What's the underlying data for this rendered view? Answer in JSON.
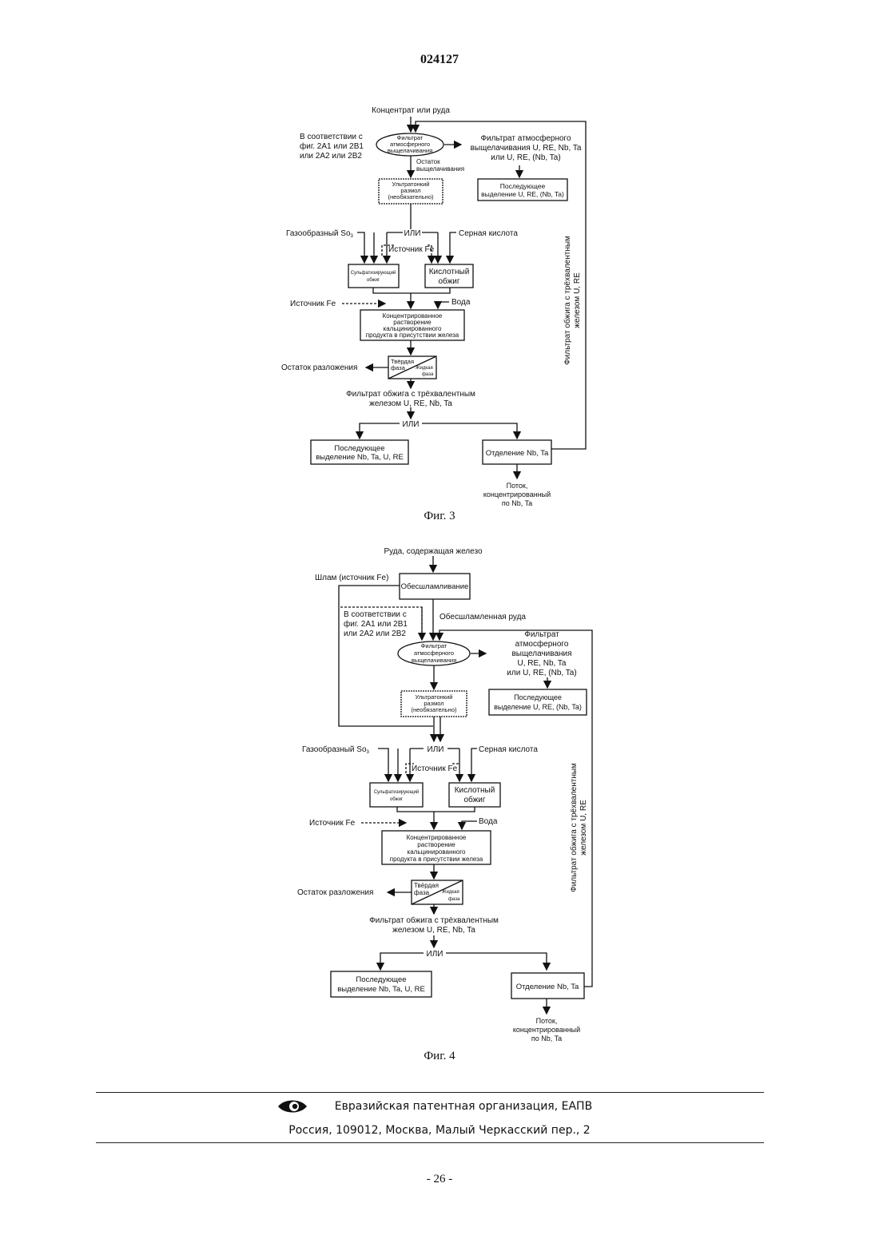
{
  "header": {
    "doc_number": "024127"
  },
  "fig3": {
    "caption": "Фиг. 3",
    "concentrate": "Концентрат или руда",
    "according_1": "В соответствии с",
    "according_2": "фиг. 2A1 или 2B1",
    "according_3": "или 2A2 или 2B2",
    "leach_1": "Фильтрат",
    "leach_2": "атмосферного",
    "leach_3": "выщелачивания",
    "filtrate_1": "Фильтрат атмосферного",
    "filtrate_2": "выщелачивания U, RE, Nb, Ta",
    "filtrate_3": "или U, RE, (Nb, Ta)",
    "residue_1": "Остаток",
    "residue_2": "выщелачивания",
    "mill_1": "Ультратонкий",
    "mill_2": "размол",
    "mill_3": "(необязательно)",
    "subsequent_top_1": "Последующее",
    "subsequent_top_2": "выделение U, RE, (Nb, Ta)",
    "so3": "Газообразный So",
    "so3_sub": "3",
    "or_1": "ИЛИ",
    "sulfuric": "Серная кислота",
    "fe_source": "Источник Fe",
    "sulfating_1": "Сульфатизирующий",
    "sulfating_2": "обжиг",
    "acid_1": "Кислотный",
    "acid_2": "обжиг",
    "fe_source_2": "Источник Fe",
    "water": "Вода",
    "conc_1": "Концентрированное",
    "conc_2": "растворение",
    "conc_3": "кальцинированного",
    "conc_4": "продукта в присутствии железа",
    "decomp": "Остаток разложения",
    "solid_1": "Твёрдая",
    "solid_2": "фаза",
    "liquid_1": "Жидкая",
    "liquid_2": "фаза",
    "roast_filtrate_1": "Фильтрат обжига с трёхвалентным",
    "roast_filtrate_2": "железом U, RE, Nb, Ta",
    "or_2": "ИЛИ",
    "subsequent_bot_1": "Последующее",
    "subsequent_bot_2": "выделение Nb, Ta, U, RE",
    "separation": "Отделение Nb, Ta",
    "stream_1": "Поток,",
    "stream_2": "концентрированный",
    "stream_3": "по Nb, Ta",
    "vertical_1": "Фильтрат обжига с трёхвалентным",
    "vertical_2": "железом U, RE"
  },
  "fig4": {
    "caption": "Фиг. 4",
    "ore": "Руда, содержащая железо",
    "slime": "Шлам (источник Fe)",
    "desliming": "Обесшламливание",
    "according_1": "В соответствии с",
    "according_2": "фиг. 2A1 или 2B1",
    "according_3": "или 2A2 или 2B2",
    "deslimed": "Обесшламленная руда",
    "leach_1": "Фильтрат",
    "leach_2": "атмосферного",
    "leach_3": "выщелачивания",
    "filtrate_1": "Фильтрат",
    "filtrate_2": "атмосферного",
    "filtrate_3": "выщелачивания",
    "filtrate_4": "U, RE, Nb, Ta",
    "filtrate_5": "или U, RE, (Nb, Ta)",
    "mill_1": "Ультратонкий",
    "mill_2": "размол",
    "mill_3": "(необязательно)",
    "subsequent_top_1": "Последующее",
    "subsequent_top_2": "выделение U, RE, (Nb, Ta)",
    "so3": "Газообразный So",
    "so3_sub": "3",
    "or_1": "ИЛИ",
    "sulfuric": "Серная кислота",
    "fe_source": "Источник Fe",
    "sulfating_1": "Сульфатизирующий",
    "sulfating_2": "обжиг",
    "acid_1": "Кислотный",
    "acid_2": "обжиг",
    "fe_source_2": "Источник Fe",
    "water": "Вода",
    "conc_1": "Концентрированное",
    "conc_2": "растворение",
    "conc_3": "кальцинированного",
    "conc_4": "продукта в присутствии железа",
    "decomp": "Остаток разложения",
    "solid_1": "Твёрдая",
    "solid_2": "фаза",
    "liquid_1": "Жидкая",
    "liquid_2": "фаза",
    "roast_filtrate_1": "Фильтрат обжига с трёхвалентным",
    "roast_filtrate_2": "железом U, RE, Nb, Ta",
    "or_2": "ИЛИ",
    "subsequent_bot_1": "Последующее",
    "subsequent_bot_2": "выделение Nb, Ta, U, RE",
    "separation": "Отделение Nb, Ta",
    "stream_1": "Поток,",
    "stream_2": "концентрированный",
    "stream_3": "по Nb, Ta",
    "vertical_1": "Фильтрат обжига с трёхвалентным",
    "vertical_2": "железом U, RE"
  },
  "footer": {
    "org": "Евразийская патентная организация, ЕАПВ",
    "address": "Россия, 109012, Москва, Малый Черкасский пер., 2",
    "page": "- 26 -",
    "logo_icon": "eapo-eye-logo"
  }
}
